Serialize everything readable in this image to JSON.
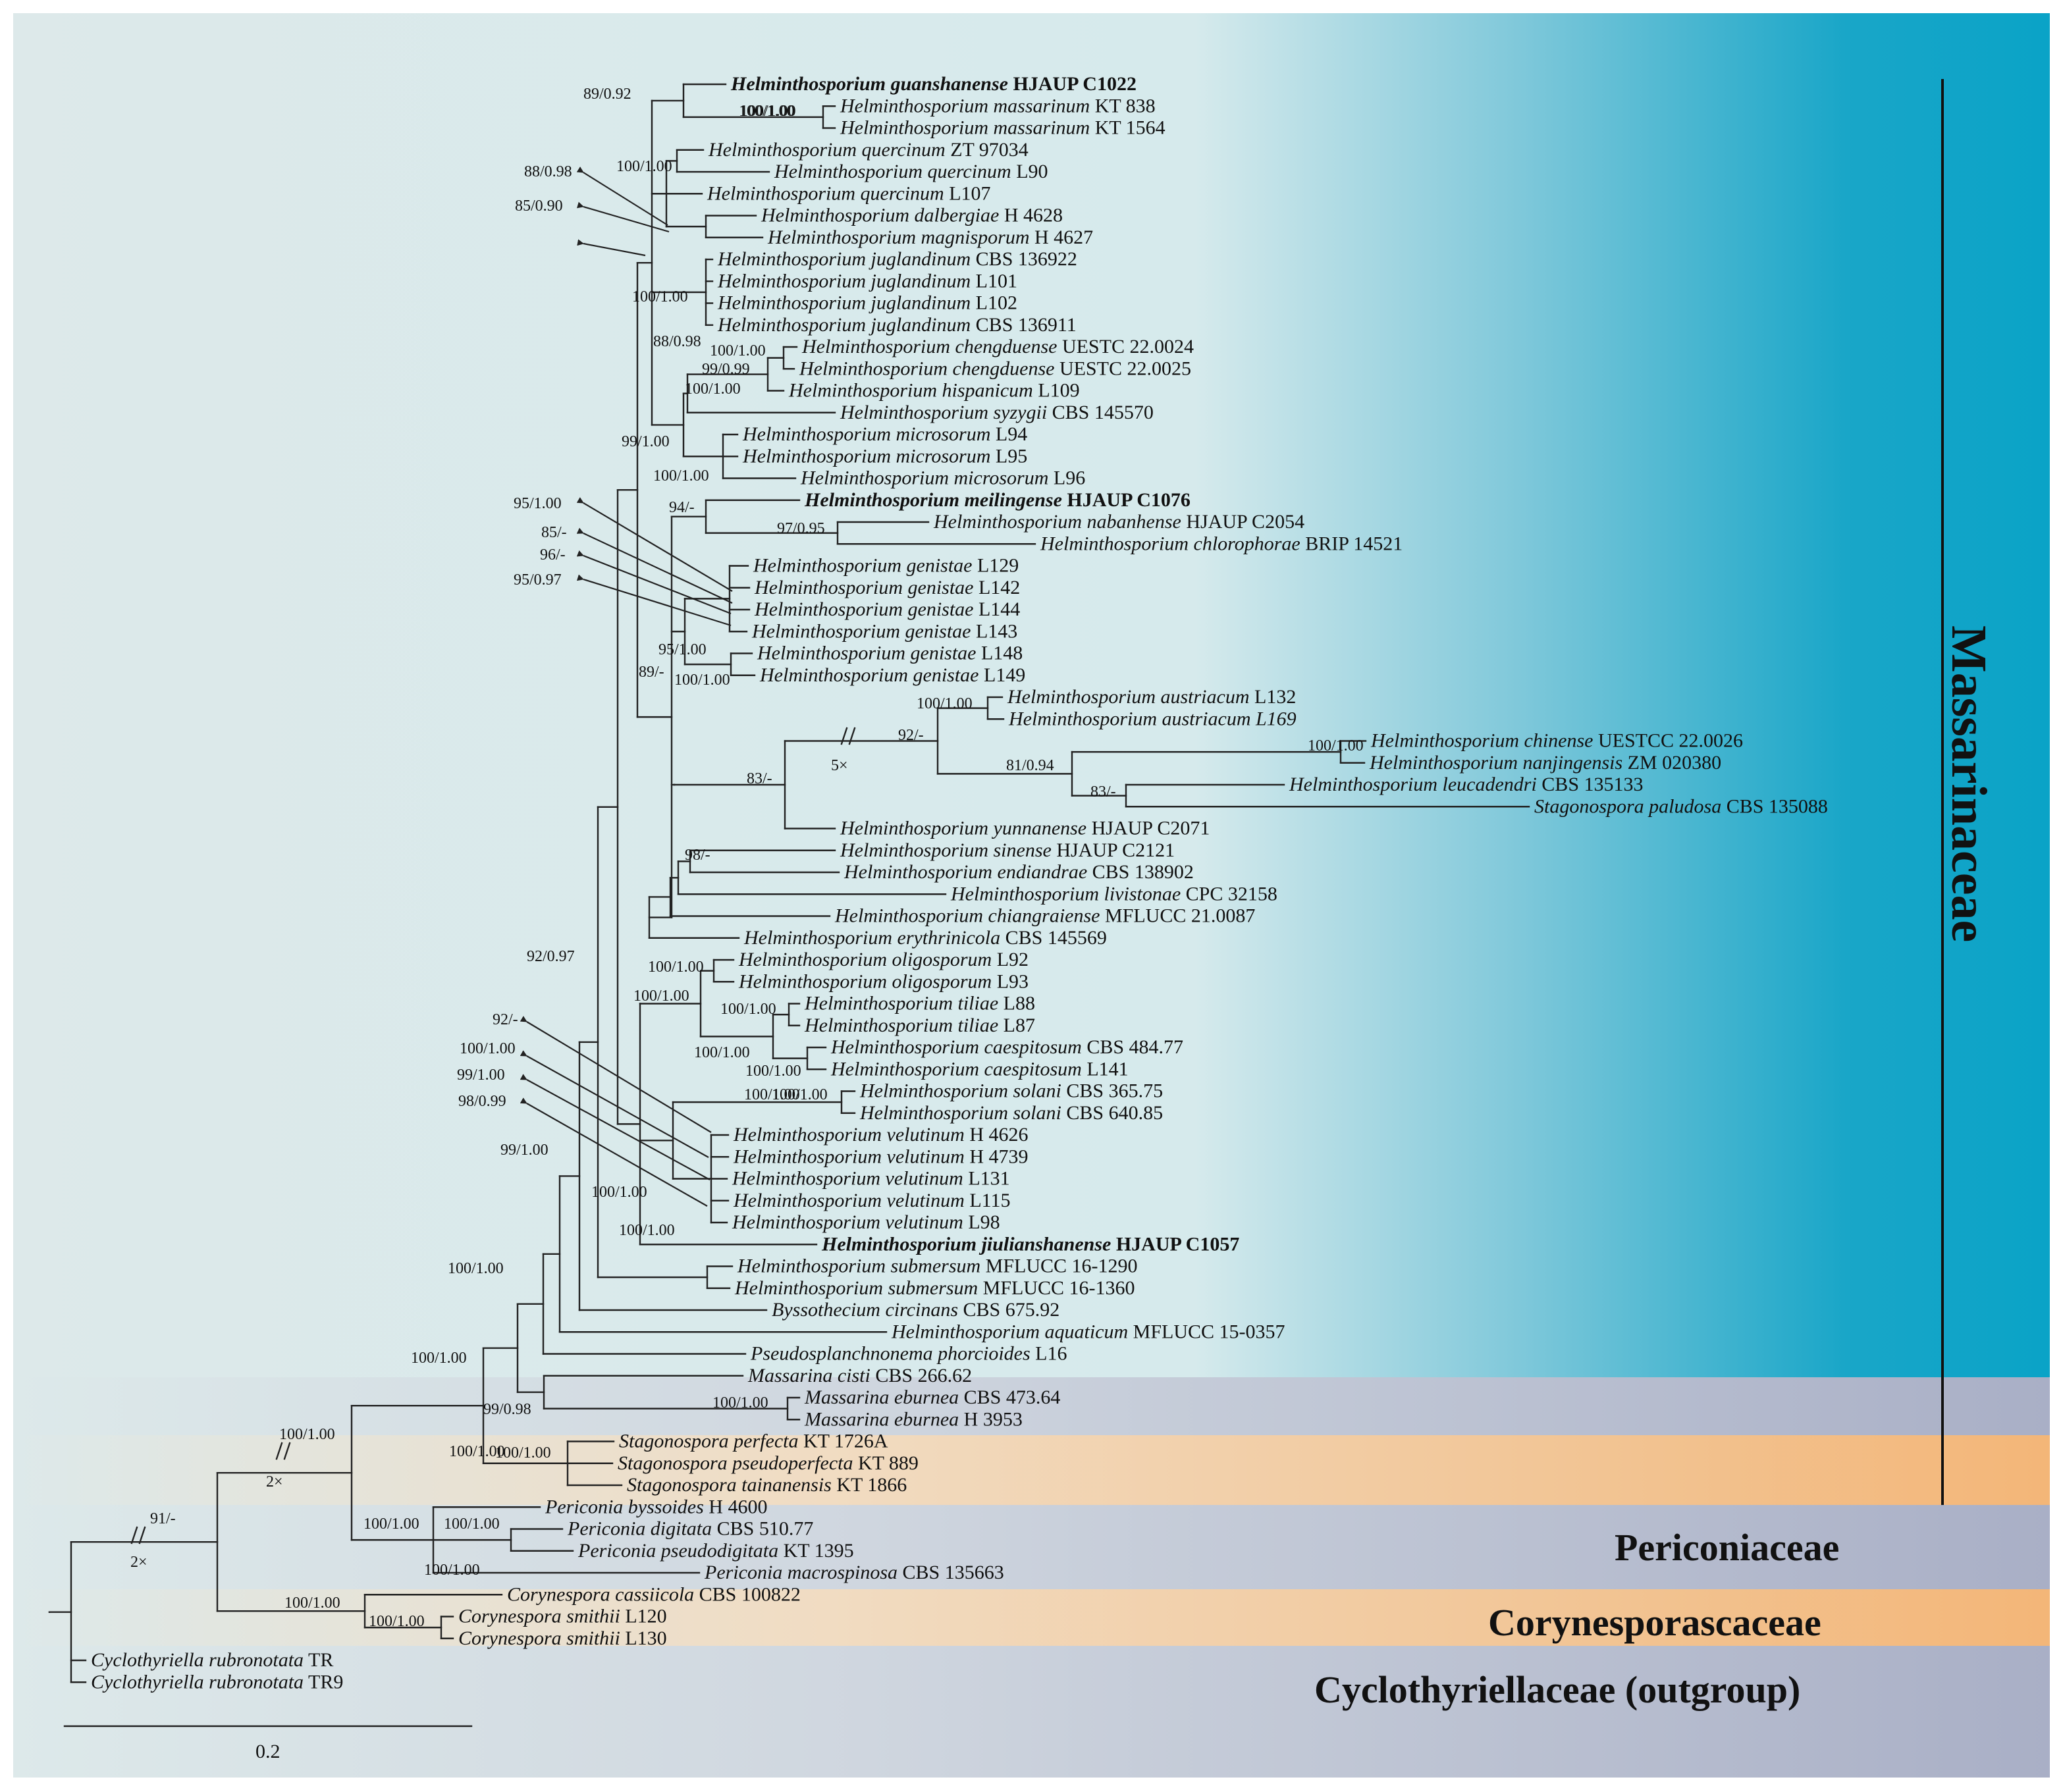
{
  "families": [
    "Massarinaceae",
    "Periconiaceae",
    "Corynesporascaceae",
    "Cyclothyriellaceae (outgroup)"
  ],
  "colors": {
    "massarinaceae": "#0aa3c7",
    "periconiaceae": "#a9afc6",
    "corynesporascaceae": "#f3b678",
    "cyclothyriellaceae": "#a9afc6",
    "background": "#dde9ea"
  },
  "scale_bar": "0.2",
  "taxa": [
    {
      "name": "Helminthosporium guanshanense",
      "code": "HJAUP C1022",
      "bold": true
    },
    {
      "name": "Helminthosporium massarinum",
      "code": "KT 838"
    },
    {
      "name": "Helminthosporium massarinum",
      "code": "KT 1564"
    },
    {
      "name": "Helminthosporium quercinum",
      "code": "ZT 97034"
    },
    {
      "name": "Helminthosporium quercinum",
      "code": "L90"
    },
    {
      "name": "Helminthosporium quercinum",
      "code": "L107"
    },
    {
      "name": "Helminthosporium dalbergiae",
      "code": "H 4628"
    },
    {
      "name": "Helminthosporium magnisporum",
      "code": "H 4627"
    },
    {
      "name": "Helminthosporium juglandinum",
      "code": "CBS 136922"
    },
    {
      "name": "Helminthosporium juglandinum",
      "code": "L101"
    },
    {
      "name": "Helminthosporium juglandinum",
      "code": "L102"
    },
    {
      "name": "Helminthosporium juglandinum",
      "code": "CBS 136911"
    },
    {
      "name": "Helminthosporium chengduense",
      "code": "UESTC 22.0024"
    },
    {
      "name": "Helminthosporium chengduense",
      "code": "UESTC 22.0025"
    },
    {
      "name": "Helminthosporium hispanicum",
      "code": "L109"
    },
    {
      "name": "Helminthosporium syzygii",
      "code": "CBS 145570"
    },
    {
      "name": "Helminthosporium microsorum",
      "code": "L94"
    },
    {
      "name": "Helminthosporium microsorum",
      "code": "L95"
    },
    {
      "name": "Helminthosporium microsorum",
      "code": "L96"
    },
    {
      "name": "Helminthosporium meilingense",
      "code": "HJAUP C1076",
      "bold": true
    },
    {
      "name": "Helminthosporium nabanhense",
      "code": "HJAUP C2054"
    },
    {
      "name": "Helminthosporium chlorophorae",
      "code": "BRIP 14521"
    },
    {
      "name": "Helminthosporium genistae",
      "code": "L129"
    },
    {
      "name": "Helminthosporium genistae",
      "code": "L142"
    },
    {
      "name": "Helminthosporium genistae",
      "code": "L144"
    },
    {
      "name": "Helminthosporium genistae",
      "code": "L143"
    },
    {
      "name": "Helminthosporium genistae",
      "code": "L148"
    },
    {
      "name": "Helminthosporium genistae",
      "code": "L149"
    },
    {
      "name": "Helminthosporium austriacum",
      "code": "L132"
    },
    {
      "name": "Helminthosporium austriacum",
      "code": "L169",
      "codeItalic": true
    },
    {
      "name": "Helminthosporium chinense",
      "code": "UESTCC 22.0026"
    },
    {
      "name": "Helminthosporium nanjingensis",
      "code": "ZM 020380"
    },
    {
      "name": "Helminthosporium leucadendri",
      "code": "CBS 135133"
    },
    {
      "name": "Stagonospora paludosa",
      "code": "CBS 135088"
    },
    {
      "name": "Helminthosporium yunnanense",
      "code": "HJAUP C2071"
    },
    {
      "name": "Helminthosporium sinense",
      "code": "HJAUP C2121"
    },
    {
      "name": "Helminthosporium endiandrae",
      "code": "CBS 138902"
    },
    {
      "name": "Helminthosporium livistonae",
      "code": "CPC 32158"
    },
    {
      "name": "Helminthosporium chiangraiense",
      "code": "MFLUCC 21.0087"
    },
    {
      "name": "Helminthosporium erythrinicola",
      "code": "CBS 145569"
    },
    {
      "name": "Helminthosporium oligosporum",
      "code": "L92"
    },
    {
      "name": "Helminthosporium oligosporum",
      "code": "L93"
    },
    {
      "name": "Helminthosporium tiliae",
      "code": "L88"
    },
    {
      "name": "Helminthosporium tiliae",
      "code": "L87"
    },
    {
      "name": "Helminthosporium caespitosum",
      "code": "CBS 484.77"
    },
    {
      "name": "Helminthosporium caespitosum",
      "code": "L141"
    },
    {
      "name": "Helminthosporium solani",
      "code": "CBS 365.75"
    },
    {
      "name": "Helminthosporium solani",
      "code": "CBS 640.85"
    },
    {
      "name": "Helminthosporium velutinum",
      "code": "H 4626"
    },
    {
      "name": "Helminthosporium velutinum",
      "code": "H 4739"
    },
    {
      "name": "Helminthosporium velutinum",
      "code": "L131"
    },
    {
      "name": "Helminthosporium velutinum",
      "code": "L115"
    },
    {
      "name": "Helminthosporium velutinum",
      "code": "L98"
    },
    {
      "name": "Helminthosporium jiulianshanense",
      "code": "HJAUP C1057",
      "bold": true
    },
    {
      "name": "Helminthosporium submersum",
      "code": "MFLUCC 16-1290"
    },
    {
      "name": "Helminthosporium submersum",
      "code": "MFLUCC 16-1360"
    },
    {
      "name": "Byssothecium circinans",
      "code": "CBS 675.92"
    },
    {
      "name": "Helminthosporium aquaticum",
      "code": "MFLUCC 15-0357"
    },
    {
      "name": "Pseudosplanchnonema phorcioides",
      "code": "L16"
    },
    {
      "name": "Massarina cisti",
      "code": "CBS 266.62"
    },
    {
      "name": "Massarina eburnea",
      "code": "CBS 473.64"
    },
    {
      "name": "Massarina eburnea",
      "code": "H 3953"
    },
    {
      "name": "Stagonospora perfecta",
      "code": "KT 1726A"
    },
    {
      "name": "Stagonospora pseudoperfecta",
      "code": "KT 889"
    },
    {
      "name": "Stagonospora tainanensis",
      "code": "KT 1866"
    },
    {
      "name": "Periconia byssoides",
      "code": "H 4600"
    },
    {
      "name": "Periconia digitata",
      "code": "CBS 510.77"
    },
    {
      "name": "Periconia pseudodigitata",
      "code": "KT 1395"
    },
    {
      "name": "Periconia macrospinosa",
      "code": "CBS 135663"
    },
    {
      "name": "Corynespora cassiicola",
      "code": "CBS 100822"
    },
    {
      "name": "Corynespora smithii",
      "code": "L120"
    },
    {
      "name": "Corynespora smithii",
      "code": "L130"
    },
    {
      "name": "Cyclothyriella rubronotata",
      "code": "TR"
    },
    {
      "name": "Cyclothyriella rubronotata",
      "code": "TR9"
    }
  ],
  "support_values": [
    "89/0.92",
    "100/1.00",
    "100/1.00",
    "88/0.98",
    "100/1.00",
    "85/0.90",
    "100/1.00",
    "88/0.98",
    "100/1.00",
    "99/0.99",
    "100/1.00",
    "99/1.00",
    "100/1.00",
    "94/-",
    "97/0.95",
    "95/1.00",
    "85/-",
    "96/-",
    "95/0.97",
    "95/1.00",
    "89/-",
    "100/1.00",
    "100/1.00",
    "92/-",
    "100/1.00",
    "81/0.94",
    "83/-",
    "83/-",
    "98/-",
    "92/0.97",
    "100/1.00",
    "100/1.00",
    "100/1.00",
    "100/1.00",
    "100/1.00",
    "100/1.00",
    "100/1.00",
    "92/-",
    "100/1.00",
    "99/1.00",
    "98/0.99",
    "99/1.00",
    "100/1.00",
    "100/1.00",
    "100/1.00",
    "100/1.00",
    "99/0.98",
    "100/1.00",
    "100/1.00",
    "100/1.00",
    "100/1.00",
    "100/1.00",
    "100/1.00",
    "91/-",
    "100/1.00",
    "100/1.00",
    "100/1.00"
  ],
  "break_marks": [
    "5×",
    "2×",
    "2×"
  ]
}
